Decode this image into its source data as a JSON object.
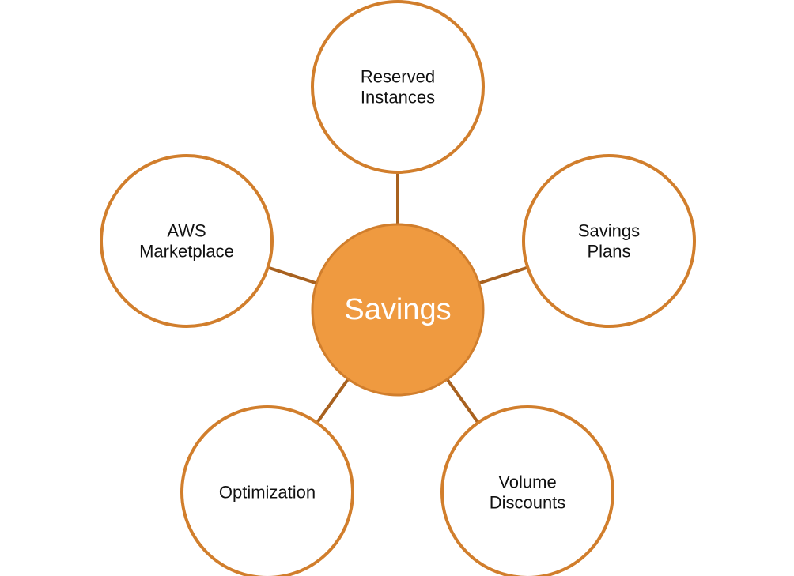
{
  "diagram": {
    "type": "hub-and-spoke",
    "colors": {
      "accent": "#D17E2C",
      "hub_fill": "#EF9A40",
      "node_fill": "#FFFFFF",
      "connector": "#A8611F"
    },
    "hub": {
      "label": "Savings"
    },
    "nodes": [
      {
        "id": "reserved-instances",
        "lines": [
          "Reserved",
          "Instances"
        ]
      },
      {
        "id": "savings-plans",
        "lines": [
          "Savings",
          "Plans"
        ]
      },
      {
        "id": "volume-discounts",
        "lines": [
          "Volume",
          "Discounts"
        ]
      },
      {
        "id": "optimization",
        "lines": [
          "Optimization"
        ]
      },
      {
        "id": "aws-marketplace",
        "lines": [
          "AWS",
          "Marketplace"
        ]
      }
    ]
  }
}
